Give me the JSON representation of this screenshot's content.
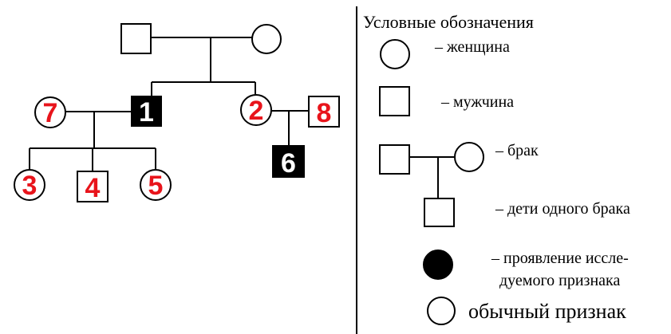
{
  "pedigree": {
    "individuals": [
      {
        "id": "p1",
        "sex": "male",
        "label": "",
        "affected": false
      },
      {
        "id": "p2",
        "sex": "female",
        "label": "",
        "affected": false
      },
      {
        "id": "i1",
        "sex": "male",
        "label": "1",
        "affected": true
      },
      {
        "id": "i2",
        "sex": "female",
        "label": "2",
        "affected": false
      },
      {
        "id": "i3",
        "sex": "female",
        "label": "3",
        "affected": false
      },
      {
        "id": "i4",
        "sex": "male",
        "label": "4",
        "affected": false
      },
      {
        "id": "i5",
        "sex": "female",
        "label": "5",
        "affected": false
      },
      {
        "id": "i6",
        "sex": "male",
        "label": "6",
        "affected": true
      },
      {
        "id": "i7",
        "sex": "female",
        "label": "7",
        "affected": false
      },
      {
        "id": "i8",
        "sex": "male",
        "label": "8",
        "affected": false
      }
    ],
    "label_color": "#e8141b",
    "affected_label_color": "#ffffff"
  },
  "legend": {
    "title": "Условные обозначения",
    "female": "– женщина",
    "male": "– мужчина",
    "marriage": "– брак",
    "children": "– дети одного брака",
    "trait_line1": "– проявление иссле-",
    "trait_line2": "дуемого признака",
    "normal": "обычный признак"
  }
}
